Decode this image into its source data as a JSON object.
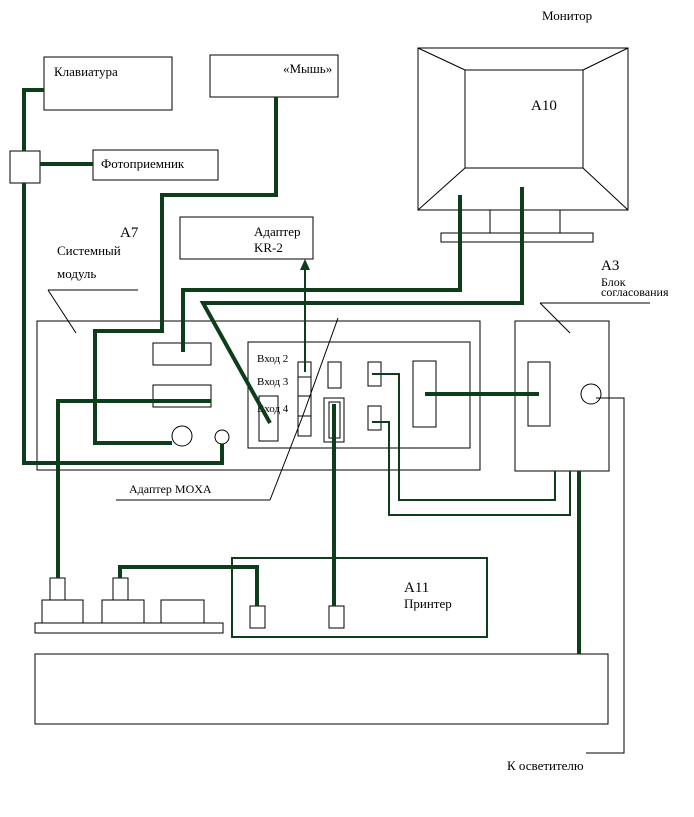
{
  "labels": {
    "monitor": "Монитор",
    "monitor_id": "А10",
    "keyboard": "Клавиатура",
    "mouse": "«Мышь»",
    "photoreceiver": "Фотоприемник",
    "system_unit_id": "А7",
    "system_unit_1": "Системный",
    "system_unit_2": "модуль",
    "adapter_kr_1": "Адаптер",
    "adapter_kr_2": "KR-2",
    "match_unit_id": "А3",
    "match_unit_1": "Блок",
    "match_unit_2": "согласования",
    "input2": "Вход 2",
    "input3": "Вход 3",
    "input4": "Вход 4",
    "adapter_moxa": "Адаптер MOXA",
    "printer_id": "А11",
    "printer": "Принтер",
    "to_illuminator": "К  осветителю"
  },
  "colors": {
    "cable": "#0d3d1a",
    "outline": "#000000",
    "background": "#ffffff"
  }
}
